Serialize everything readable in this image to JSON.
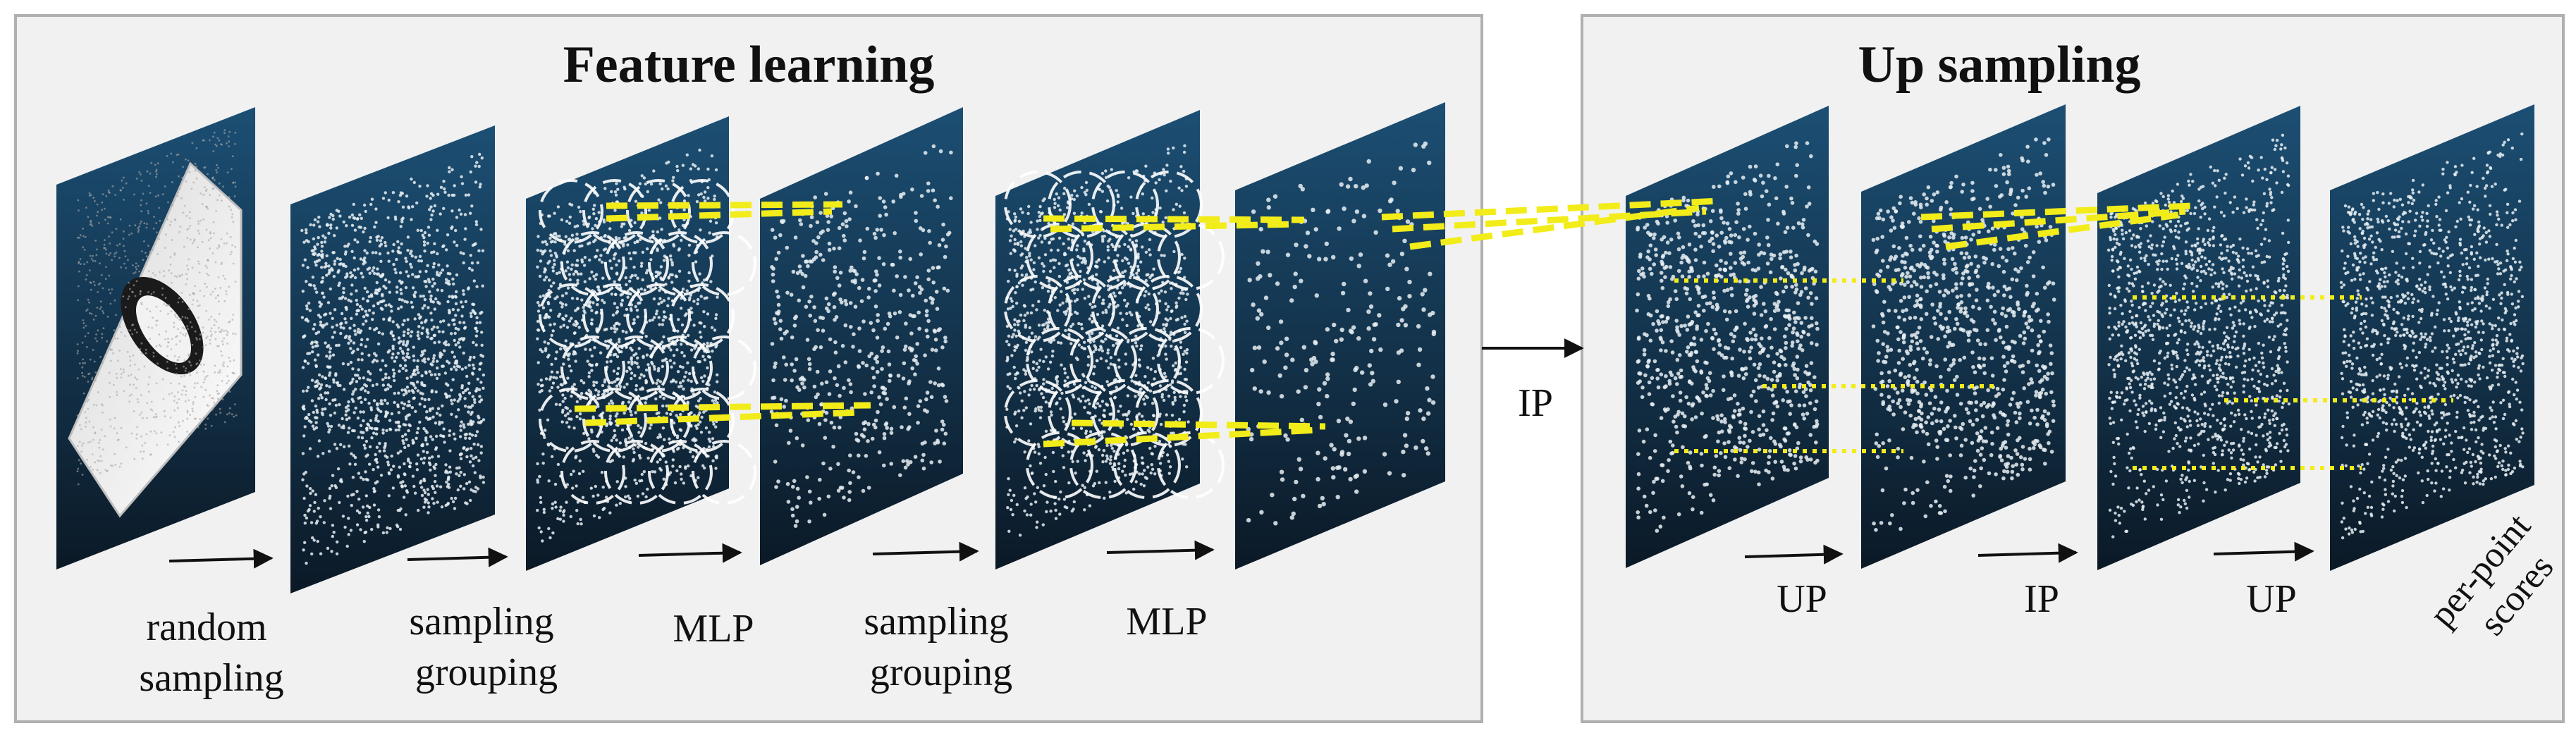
{
  "panels": {
    "feature_learning": {
      "title": "Feature learning"
    },
    "up_sampling": {
      "title": "Up sampling"
    }
  },
  "feature_steps": [
    {
      "line1": "random",
      "line2": "sampling"
    },
    {
      "line1": "sampling",
      "line2": "grouping"
    },
    {
      "line1": "MLP",
      "line2": ""
    },
    {
      "line1": "sampling",
      "line2": "grouping"
    },
    {
      "line1": "MLP",
      "line2": ""
    }
  ],
  "bridge_label": "IP",
  "up_steps": [
    "UP",
    "IP",
    "UP"
  ],
  "output_label": {
    "line1": "per-point",
    "line2": "scores"
  },
  "colors": {
    "panel_bg": "#f1f1f1",
    "panel_border": "#b0b0b0",
    "plane_top": "#1c4f74",
    "plane_bottom": "#0b1926",
    "skip_connection": "#f2ec1a",
    "arrow": "#111111"
  }
}
